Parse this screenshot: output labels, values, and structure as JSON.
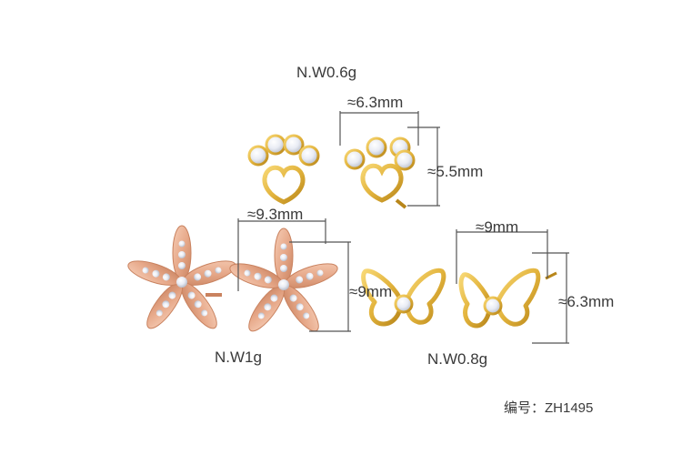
{
  "weights": {
    "paw": "N.W0.6g",
    "flower": "N.W1g",
    "butterfly": "N.W0.8g"
  },
  "dimensions": {
    "paw_width": "≈6.3mm",
    "paw_height": "≈5.5mm",
    "flower_width": "≈9.3mm",
    "flower_height": "≈9mm",
    "butterfly_width": "≈9mm",
    "butterfly_height": "≈6.3mm"
  },
  "product_code": "编号：ZH1495",
  "colors": {
    "gold": "#e2b33c",
    "gold_dark": "#b8861a",
    "rose_gold": "#e7a98a",
    "crystal": "#f3f5fb",
    "dimension_line": "#555555"
  }
}
